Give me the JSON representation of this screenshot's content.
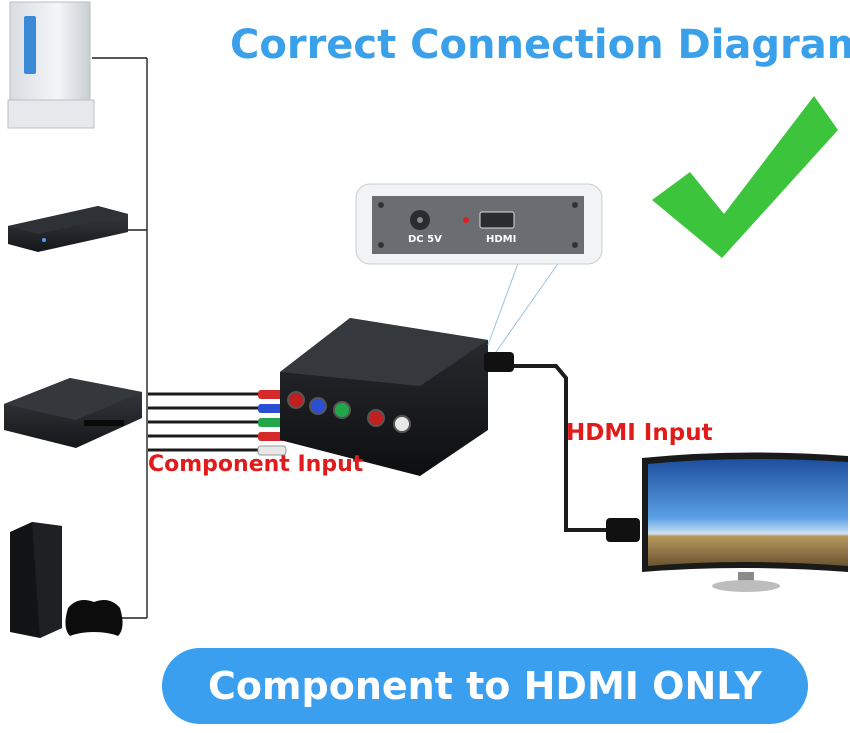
{
  "title": "Correct Connection Diagram",
  "labels": {
    "component_input": "Component Input",
    "hdmi_input": "HDMI Input"
  },
  "banner": {
    "text": "Component to HDMI ONLY"
  },
  "converter_inset": {
    "dc_label": "DC 5V",
    "hdmi_label": "HDMI"
  },
  "colors": {
    "title_blue": "#3aa0ea",
    "label_red": "#e11a1a",
    "banner_blue": "#3b9ff0",
    "check_green": "#3cc43c"
  },
  "devices": [
    {
      "icon": "game-console-icon"
    },
    {
      "icon": "dvd-player-icon"
    },
    {
      "icon": "set-top-box-icon"
    },
    {
      "icon": "playstation-console-icon"
    }
  ]
}
